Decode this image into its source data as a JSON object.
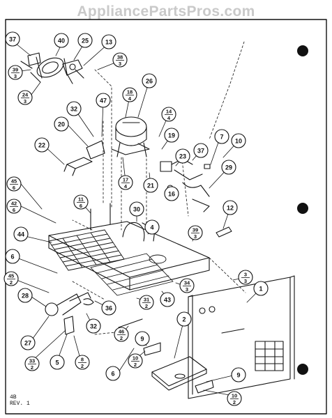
{
  "watermark": "AppliancePartsPros.com",
  "revision": {
    "line1": "4B",
    "line2": "REV. 1"
  },
  "callouts": [
    {
      "id": "c37a",
      "text": "37"
    },
    {
      "id": "c40",
      "text": "40"
    },
    {
      "id": "c25",
      "text": "25"
    },
    {
      "id": "c13",
      "text": "13"
    },
    {
      "id": "c38_3",
      "num": "38",
      "den": "3"
    },
    {
      "id": "c39_3",
      "num": "39",
      "den": "3"
    },
    {
      "id": "c24_3",
      "num": "24",
      "den": "3"
    },
    {
      "id": "c26",
      "text": "26"
    },
    {
      "id": "c18_4",
      "num": "18",
      "den": "4"
    },
    {
      "id": "c47",
      "text": "47"
    },
    {
      "id": "c32a",
      "text": "32"
    },
    {
      "id": "c20",
      "text": "20"
    },
    {
      "id": "c14_4",
      "num": "14",
      "den": "4"
    },
    {
      "id": "c19",
      "text": "19"
    },
    {
      "id": "c7",
      "text": "7"
    },
    {
      "id": "c10",
      "text": "10"
    },
    {
      "id": "c22",
      "text": "22"
    },
    {
      "id": "c23",
      "text": "23"
    },
    {
      "id": "c37b",
      "text": "37"
    },
    {
      "id": "c29",
      "text": "29"
    },
    {
      "id": "c17_4",
      "num": "17",
      "den": "4"
    },
    {
      "id": "c21",
      "text": "21"
    },
    {
      "id": "c16",
      "text": "16"
    },
    {
      "id": "c45_6",
      "num": "45",
      "den": "6"
    },
    {
      "id": "c11_6",
      "num": "11",
      "den": "6"
    },
    {
      "id": "c42_6",
      "num": "42",
      "den": "6"
    },
    {
      "id": "c12",
      "text": "12"
    },
    {
      "id": "c30",
      "text": "30"
    },
    {
      "id": "c4",
      "text": "4"
    },
    {
      "id": "c39_3b",
      "num": "39",
      "den": "3"
    },
    {
      "id": "c44",
      "text": "44"
    },
    {
      "id": "c6a",
      "text": "6"
    },
    {
      "id": "c45_2",
      "num": "45",
      "den": "2"
    },
    {
      "id": "c34_3",
      "num": "34",
      "den": "3"
    },
    {
      "id": "c3_3",
      "num": "3",
      "den": "3"
    },
    {
      "id": "c1",
      "text": "1"
    },
    {
      "id": "c28",
      "text": "28"
    },
    {
      "id": "c43",
      "text": "43"
    },
    {
      "id": "c31_2",
      "num": "31",
      "den": "2"
    },
    {
      "id": "c36",
      "text": "36"
    },
    {
      "id": "c32b",
      "text": "32"
    },
    {
      "id": "c2",
      "text": "2"
    },
    {
      "id": "c27",
      "text": "27"
    },
    {
      "id": "c46_2",
      "num": "46",
      "den": "2"
    },
    {
      "id": "c9a",
      "text": "9"
    },
    {
      "id": "c33_2",
      "num": "33",
      "den": "2"
    },
    {
      "id": "c5",
      "text": "5"
    },
    {
      "id": "c8_2",
      "num": "8",
      "den": "2"
    },
    {
      "id": "c10_2a",
      "num": "10",
      "den": "2"
    },
    {
      "id": "c6b",
      "text": "6"
    },
    {
      "id": "c9b",
      "text": "9"
    },
    {
      "id": "c10_2b",
      "num": "10",
      "den": "2"
    }
  ]
}
